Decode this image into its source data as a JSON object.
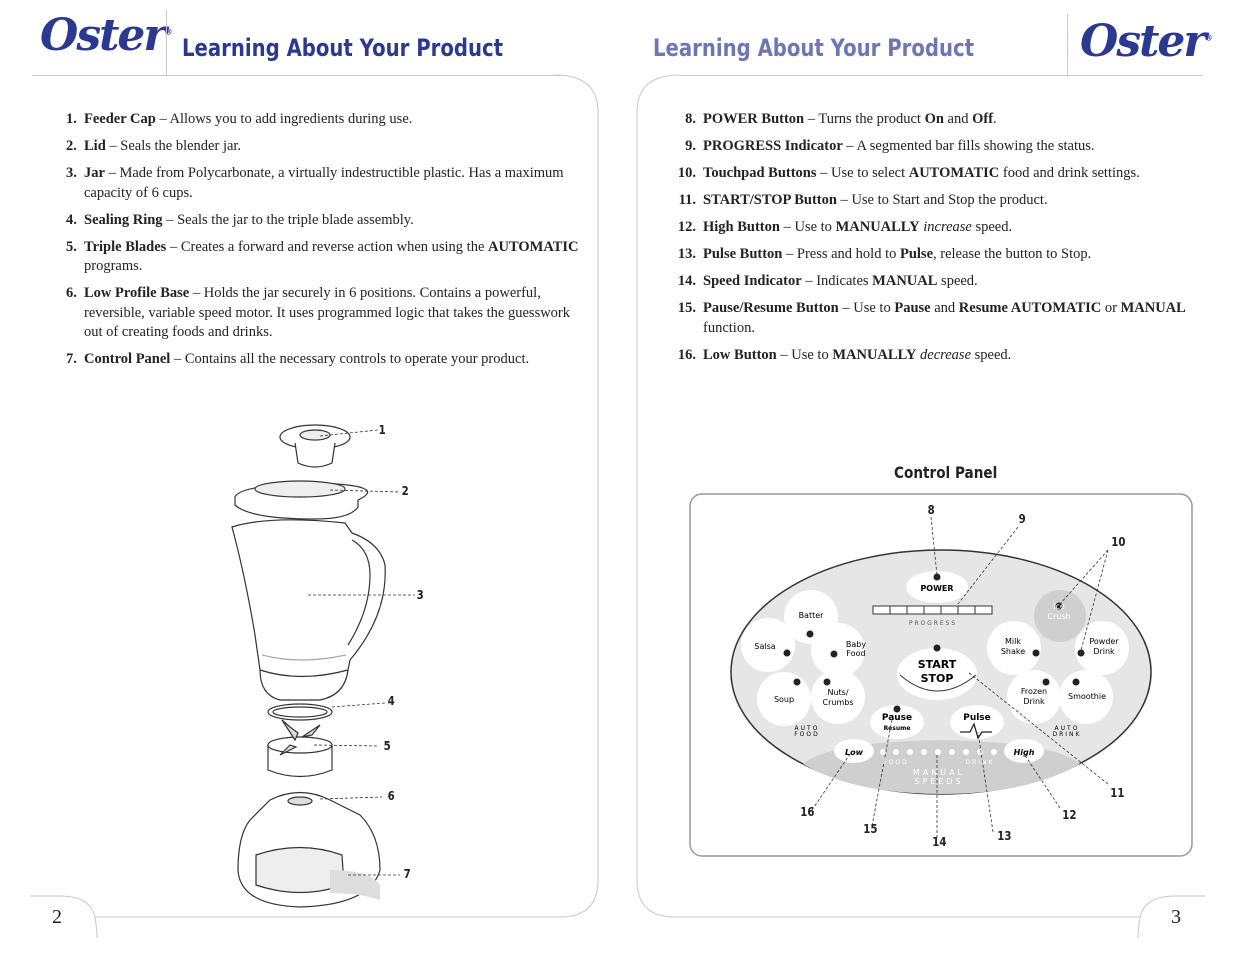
{
  "header": {
    "logo_text": "Oster",
    "logo_mark": "®",
    "title_left": "Learning About Your Product",
    "title_right": "Learning About Your Product"
  },
  "left_list": [
    {
      "num": "1.",
      "term": "Feeder Cap",
      "sep": " – ",
      "desc": "Allows you to add ingredients during use."
    },
    {
      "num": "2.",
      "term": "Lid",
      "sep": " – ",
      "desc": "Seals the blender jar."
    },
    {
      "num": "3.",
      "term": "Jar",
      "sep": " – ",
      "desc": "Made from Polycarbonate, a virtually indestructible plastic. Has a maximum capacity of 6 cups."
    },
    {
      "num": "4.",
      "term": "Sealing Ring",
      "sep": " – ",
      "desc": "Seals the jar to the triple blade assembly."
    },
    {
      "num": "5.",
      "term": "Triple Blades",
      "sep": " – ",
      "desc_parts": [
        "Creates a  forward and reverse action when using the ",
        "AUTOMATIC",
        " programs."
      ]
    },
    {
      "num": "6.",
      "term": "Low Profile Base",
      "sep": " – ",
      "desc": "Holds the jar securely in 6 positions. Contains a powerful, reversible, variable speed motor. It uses programmed logic that takes the guesswork out of creating foods and drinks."
    },
    {
      "num": "7.",
      "term": "Control Panel",
      "sep": " – ",
      "desc": "Contains all the necessary controls to operate your product."
    }
  ],
  "right_list": [
    {
      "num": "8.",
      "term": "POWER Button",
      "p": [
        " – Turns the product ",
        "On",
        " and ",
        "Off",
        "."
      ]
    },
    {
      "num": "9.",
      "term": "PROGRESS Indicator",
      "p": [
        " – A segmented bar fills showing the status."
      ]
    },
    {
      "num": "10.",
      "term": "Touchpad Buttons",
      "p": [
        " – Use to select ",
        "AUTOMATIC",
        " food and drink settings."
      ]
    },
    {
      "num": "11.",
      "term": "START/STOP Button",
      "p": [
        " – Use to Start and Stop the product."
      ]
    },
    {
      "num": "12.",
      "term": "High Button",
      "p": [
        " – Use to ",
        "MANUALLY",
        " ",
        "increase",
        " speed."
      ]
    },
    {
      "num": "13.",
      "term": "Pulse Button",
      "p": [
        " – Press and hold to ",
        "Pulse",
        ", release the button to Stop."
      ]
    },
    {
      "num": "14.",
      "term": "Speed Indicator",
      "p": [
        " – Indicates ",
        "MANUAL",
        " speed."
      ]
    },
    {
      "num": "15.",
      "term": "Pause/Resume Button",
      "p": [
        " – Use to ",
        "Pause",
        " and ",
        "Resume AUTOMATIC",
        " or ",
        "MANUAL",
        " function."
      ]
    },
    {
      "num": "16.",
      "term": "Low Button",
      "p": [
        " – Use to ",
        "MANUALLY",
        " ",
        "decrease",
        " speed."
      ]
    }
  ],
  "blender_callouts": [
    "1",
    "2",
    "3",
    "4",
    "5",
    "6",
    "7"
  ],
  "panel": {
    "title": "Control Panel",
    "callouts": [
      "8",
      "9",
      "10",
      "11",
      "12",
      "13",
      "14",
      "15",
      "16"
    ],
    "power": "POWER",
    "progress": "P R O G R E S S",
    "start": "START",
    "stop": "STOP",
    "pause": "Pause",
    "resume": "Resume",
    "pulse": "Pulse",
    "low": "Low",
    "high": "High",
    "food_label": "FOOD",
    "drink_label": "DRINK",
    "manual": "MANUAL",
    "speeds": "SPEEDS",
    "auto_food": [
      "AUTO",
      "FOOD"
    ],
    "auto_drink": [
      "AUTO",
      "DRINK"
    ],
    "food_buttons": [
      "Batter",
      "Salsa",
      "Baby",
      "Food",
      "Soup",
      "Nuts/",
      "Crumbs"
    ],
    "drink_buttons": [
      "Ice",
      "Crush",
      "Milk",
      "Shake",
      "Powder",
      "Drink",
      "Frozen",
      "Drink",
      "Smoothie"
    ]
  },
  "pages": {
    "left": "2",
    "right": "3"
  },
  "colors": {
    "brand": "#2b3990",
    "title_right": "#6e76b4"
  }
}
